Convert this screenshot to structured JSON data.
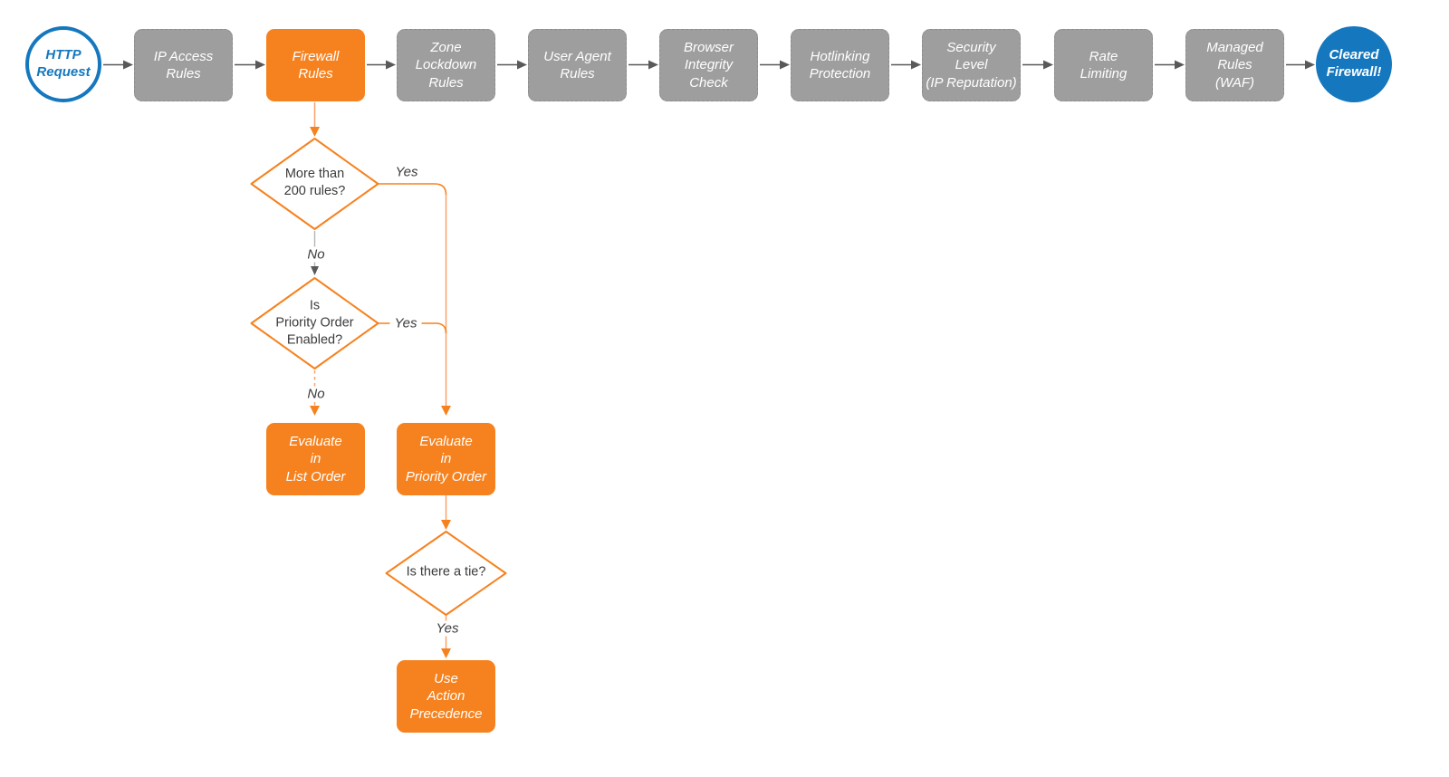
{
  "colors": {
    "orange": "#F6821F",
    "orange_light": "#F9A26B",
    "gray_node": "#9E9E9E",
    "gray_node_border": "#8C8C8C",
    "blue": "#1577BE",
    "arrow_gray": "#595959",
    "line_gray": "#B5B5B5",
    "text_dark": "#3B3B3B",
    "text_white": "#FFFFFF",
    "background": "#FFFFFF"
  },
  "flow": {
    "start": {
      "label": "HTTP\nRequest"
    },
    "steps": [
      {
        "label": "IP Access\nRules",
        "state": "default"
      },
      {
        "label": "Firewall\nRules",
        "state": "active"
      },
      {
        "label": "Zone\nLockdown\nRules",
        "state": "default"
      },
      {
        "label": "User Agent\nRules",
        "state": "default"
      },
      {
        "label": "Browser\nIntegrity\nCheck",
        "state": "default"
      },
      {
        "label": "Hotlinking\nProtection",
        "state": "default"
      },
      {
        "label": "Security\nLevel\n(IP Reputation)",
        "state": "default"
      },
      {
        "label": "Rate\nLimiting",
        "state": "default"
      },
      {
        "label": "Managed\nRules\n(WAF)",
        "state": "default"
      }
    ],
    "end": {
      "label": "Cleared\nFirewall!"
    },
    "decisions": [
      {
        "label": "More than\n200 rules?"
      },
      {
        "label": "Is\nPriority Order\nEnabled?"
      },
      {
        "label": "Is there a tie?"
      }
    ],
    "actions": [
      {
        "label": "Evaluate\nin\nList Order"
      },
      {
        "label": "Evaluate\nin\nPriority Order"
      },
      {
        "label": "Use\nAction\nPrecedence"
      }
    ],
    "edge_labels": {
      "d1_yes": "Yes",
      "d1_no": "No",
      "d2_yes": "Yes",
      "d2_no": "No",
      "d3_yes": "Yes"
    }
  }
}
